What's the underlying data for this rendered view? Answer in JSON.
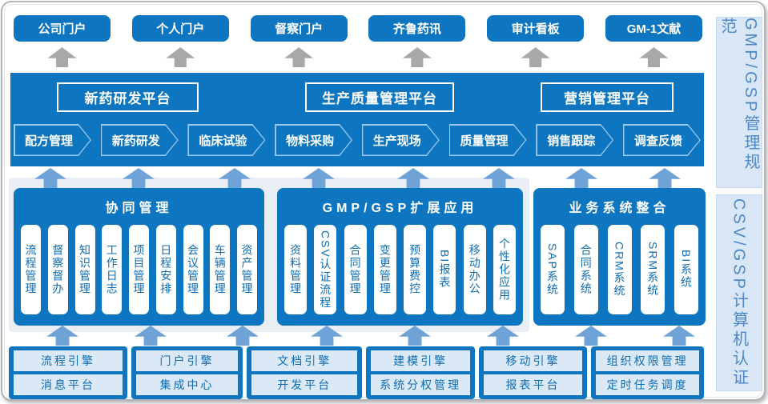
{
  "colors": {
    "primary_blue": "#0e76c0",
    "arrow_gray": "#a8a8a8",
    "arrow_blue_fill": "#6fa3d8",
    "arrow_blue_edge": "#2e74b5",
    "backdrop_panel": "#e9edf4",
    "cell_bg": "#dbe9f6",
    "blue_text": "#0e6cb4",
    "side_panel_bg": "#d8e6f5",
    "side_panel_text": "#4b87c6"
  },
  "top_portals": [
    "公司门户",
    "个人门户",
    "督察门户",
    "齐鲁药讯",
    "审计看板",
    "GM-1文献"
  ],
  "platform_band": {
    "platforms": [
      "新药研发平台",
      "生产质量管理平台",
      "营销管理平台"
    ],
    "processes": [
      "配方管理",
      "新药研发",
      "临床试验",
      "物料采购",
      "生产现场",
      "质量管理",
      "销售跟踪",
      "调查反馈"
    ]
  },
  "sections": [
    {
      "title": "协同管理",
      "items": [
        "流程管理",
        "督察督办",
        "知识管理",
        "工作日志",
        "项目管理",
        "日程安排",
        "会议管理",
        "车辆管理",
        "资产管理"
      ]
    },
    {
      "title": "GMP/GSP扩展应用",
      "items": [
        "资料管理",
        "CSV认证流程",
        "合同管理",
        "变更管理",
        "预算费控",
        "BI报表",
        "移动办公",
        "个性化应用"
      ]
    },
    {
      "title": "业务系统整合",
      "items": [
        "SAP系统",
        "合同系统",
        "CRM系统",
        "SRM系统",
        "BI系统"
      ]
    }
  ],
  "engine_groups": [
    {
      "top": "流程引擎",
      "bottom": "消息平台"
    },
    {
      "top": "门户引擎",
      "bottom": "集成中心"
    },
    {
      "top": "文档引擎",
      "bottom": "开发平台"
    },
    {
      "top": "建模引擎",
      "bottom": "系统分权管理"
    },
    {
      "top": "移动引擎",
      "bottom": "报表平台"
    },
    {
      "top": "组织权限管理",
      "bottom": "定时任务调度"
    }
  ],
  "side_panels": [
    "GMP/GSP管理规范",
    "CSV/GSP计算机认证"
  ]
}
